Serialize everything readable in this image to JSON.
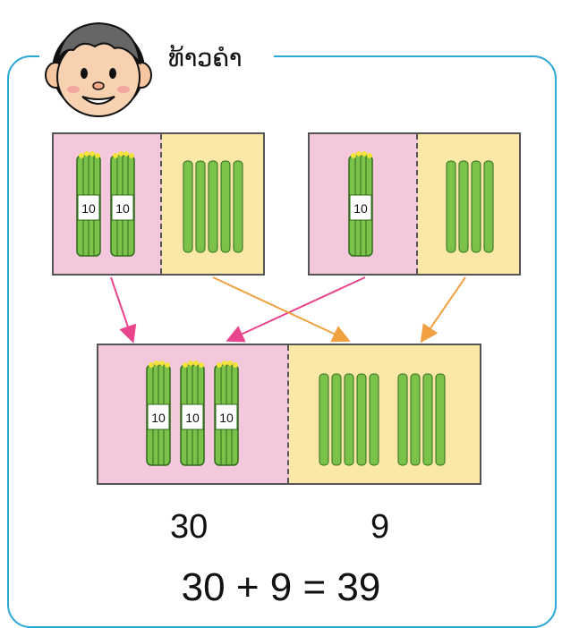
{
  "character": {
    "name": "ທ້າວຄໍາ",
    "icon": "boy-face-icon"
  },
  "bundle_label": "10",
  "top_left": {
    "bundles": 2,
    "sticks": 5
  },
  "top_right": {
    "bundles": 1,
    "sticks": 4
  },
  "bottom": {
    "bundles": 3,
    "sticks_group_a": 5,
    "sticks_group_b": 4
  },
  "results": {
    "tens_value": "30",
    "ones_value": "9"
  },
  "equation": {
    "text": "30 + 9 = 39"
  },
  "colors": {
    "tens_bg": "#f4c8dc",
    "ones_bg": "#fbe7a6",
    "frame": "#2aa8d8",
    "stick": "#7cc24a",
    "arrow_pink": "#e8458c",
    "arrow_orange": "#f0a040"
  }
}
